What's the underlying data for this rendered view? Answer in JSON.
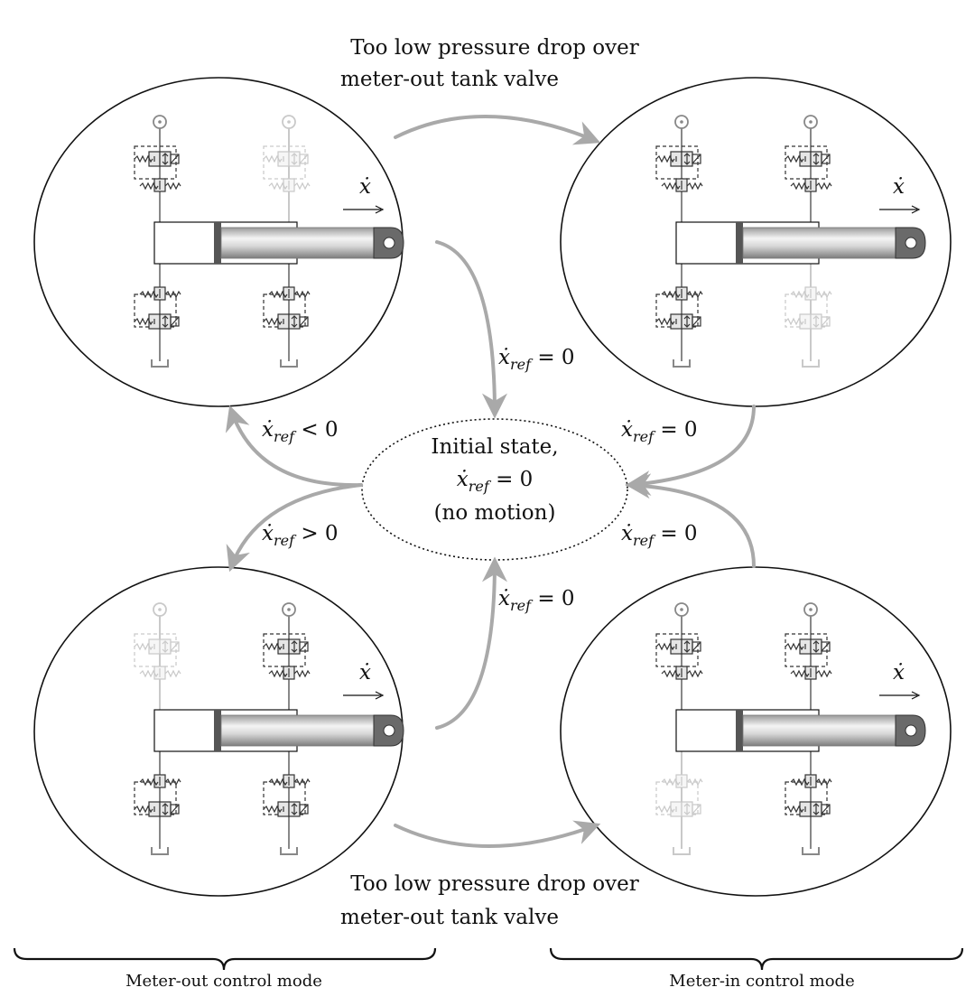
{
  "states": {
    "top_left": {
      "xdot_label": "ẋ",
      "valves_active": [
        true,
        false,
        true,
        true
      ]
    },
    "top_right": {
      "xdot_label": "ẋ",
      "valves_active": [
        true,
        true,
        true,
        false
      ]
    },
    "bottom_left": {
      "xdot_label": "ẋ",
      "valves_active": [
        false,
        true,
        true,
        true
      ]
    },
    "bottom_right": {
      "xdot_label": "ẋ",
      "valves_active": [
        true,
        true,
        false,
        true
      ]
    },
    "initial": {
      "line1": "Initial state,",
      "line3": "(no motion)"
    }
  },
  "transitions": {
    "top_label": {
      "line1": "Too low pressure drop over",
      "line2": "meter-out tank valve"
    },
    "bottom_label": {
      "line1": "Too low pressure drop over",
      "line2": "meter-out tank valve"
    },
    "math": {
      "var": "ẋ",
      "sub": "ref",
      "eq": "= 0",
      "lt": "< 0",
      "gt": "> 0"
    }
  },
  "modes": {
    "left": "Meter-out control mode",
    "right": "Meter-in control mode"
  },
  "colors": {
    "arrow": "#a9a9a9",
    "line": "#111111",
    "valve_active": "#333333",
    "valve_inactive": "#c9c9c9",
    "rod_dark": "#6a6a6a"
  }
}
